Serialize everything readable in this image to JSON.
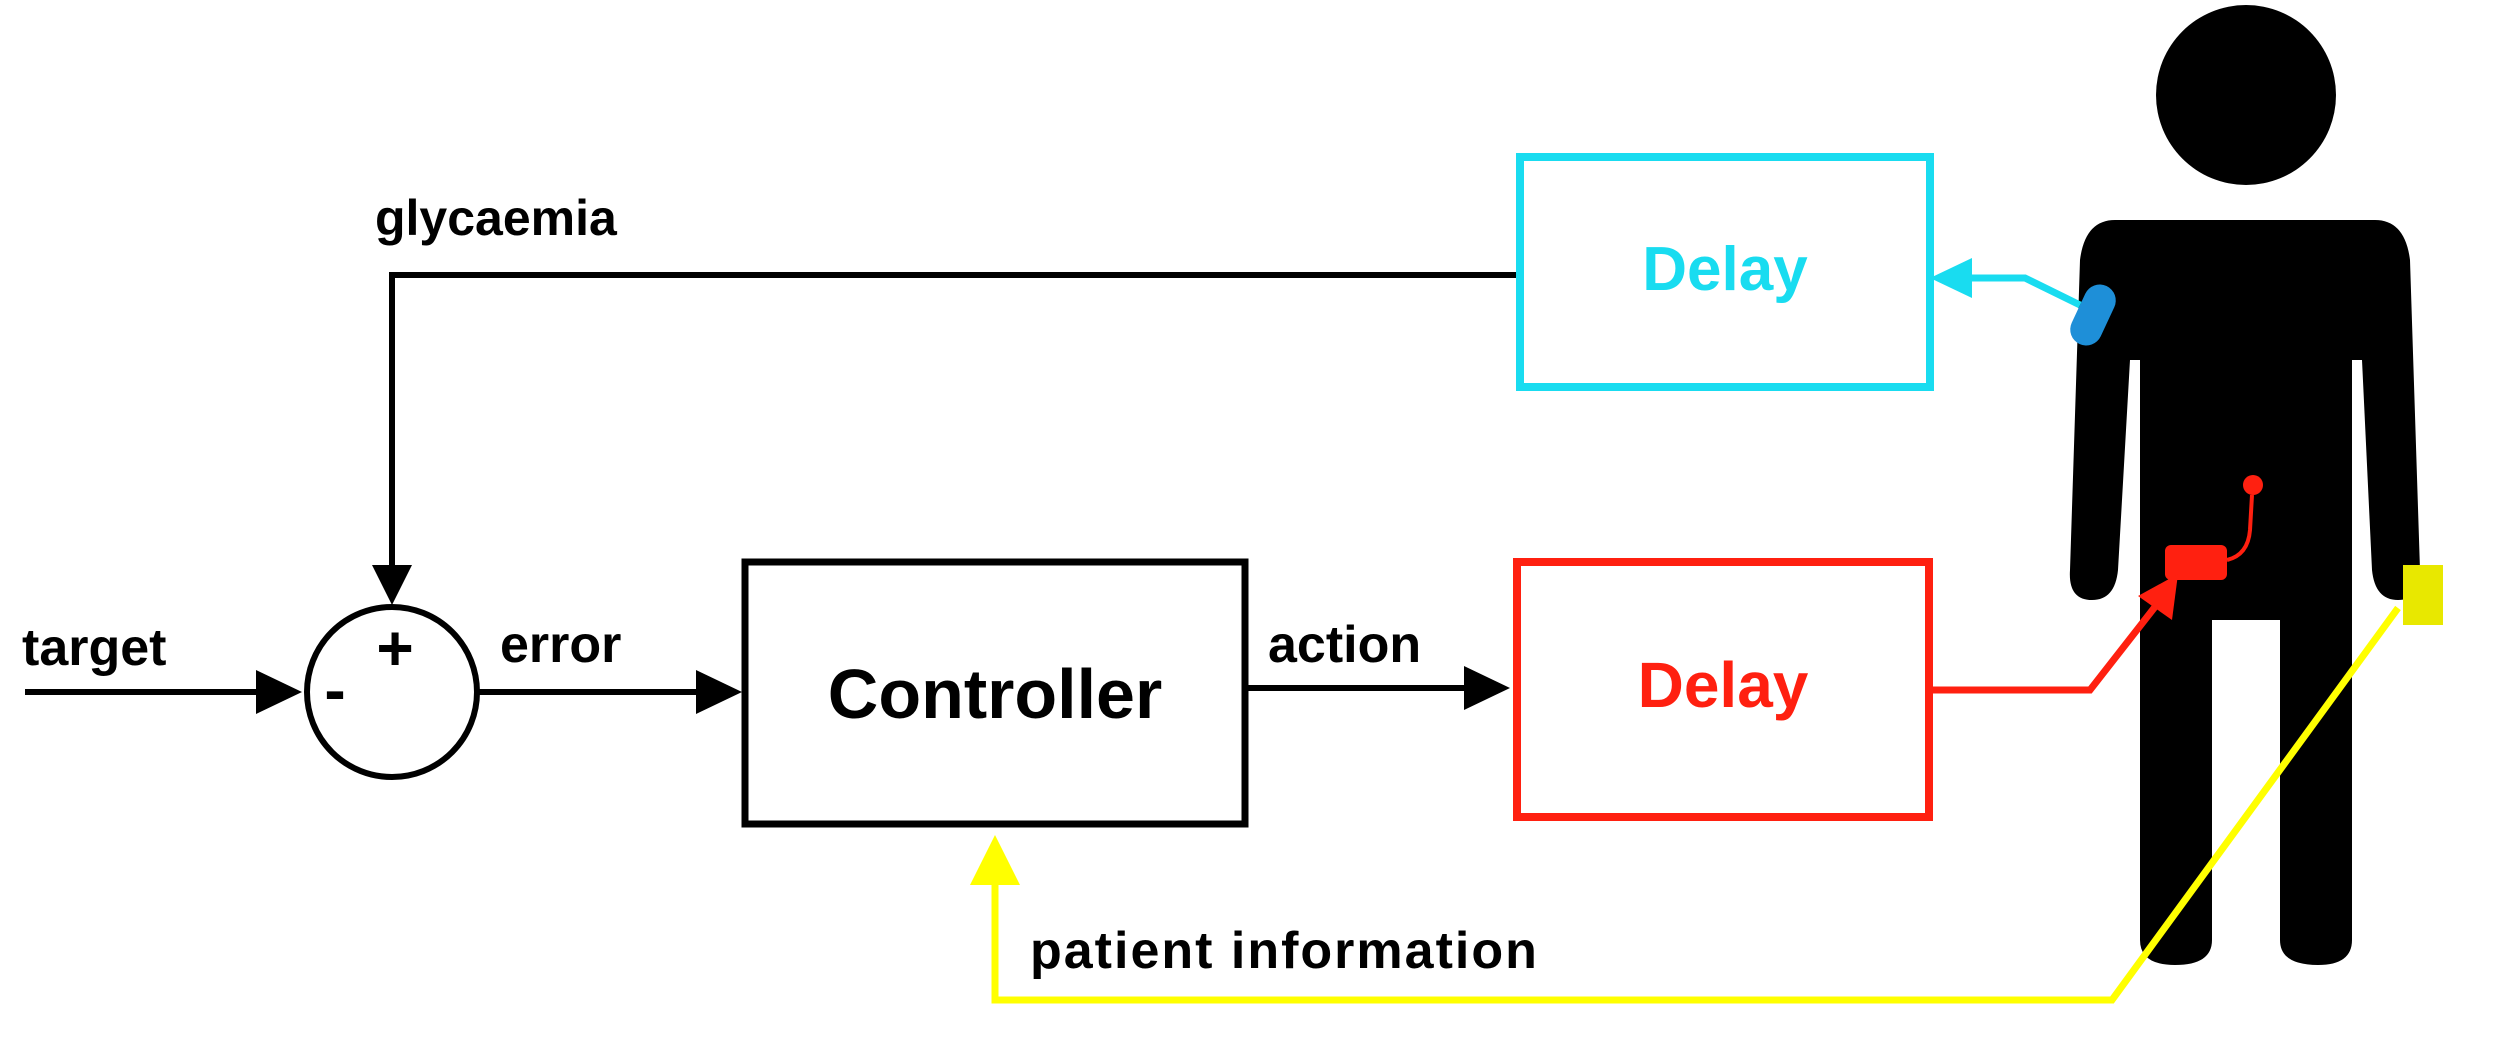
{
  "labels": {
    "target": "target",
    "error": "error",
    "action": "action",
    "glycaemia": "glycaemia",
    "patient_information": "patient information",
    "sum_plus": "+",
    "sum_minus": "-"
  },
  "blocks": {
    "controller": "Controller",
    "sensor_delay": "Delay",
    "pump_delay": "Delay"
  },
  "colors": {
    "line": "#000000",
    "sensor": "#19dcf0",
    "sensor_device": "#1e8fd8",
    "pump": "#ff2010",
    "patient_info": "#ffff00",
    "patient_band": "#e8e800",
    "person": "#000000"
  },
  "icons": {
    "person": "person-silhouette-icon",
    "sensor": "glucose-sensor-icon",
    "pump": "insulin-pump-icon",
    "wristband": "wristband-icon"
  }
}
